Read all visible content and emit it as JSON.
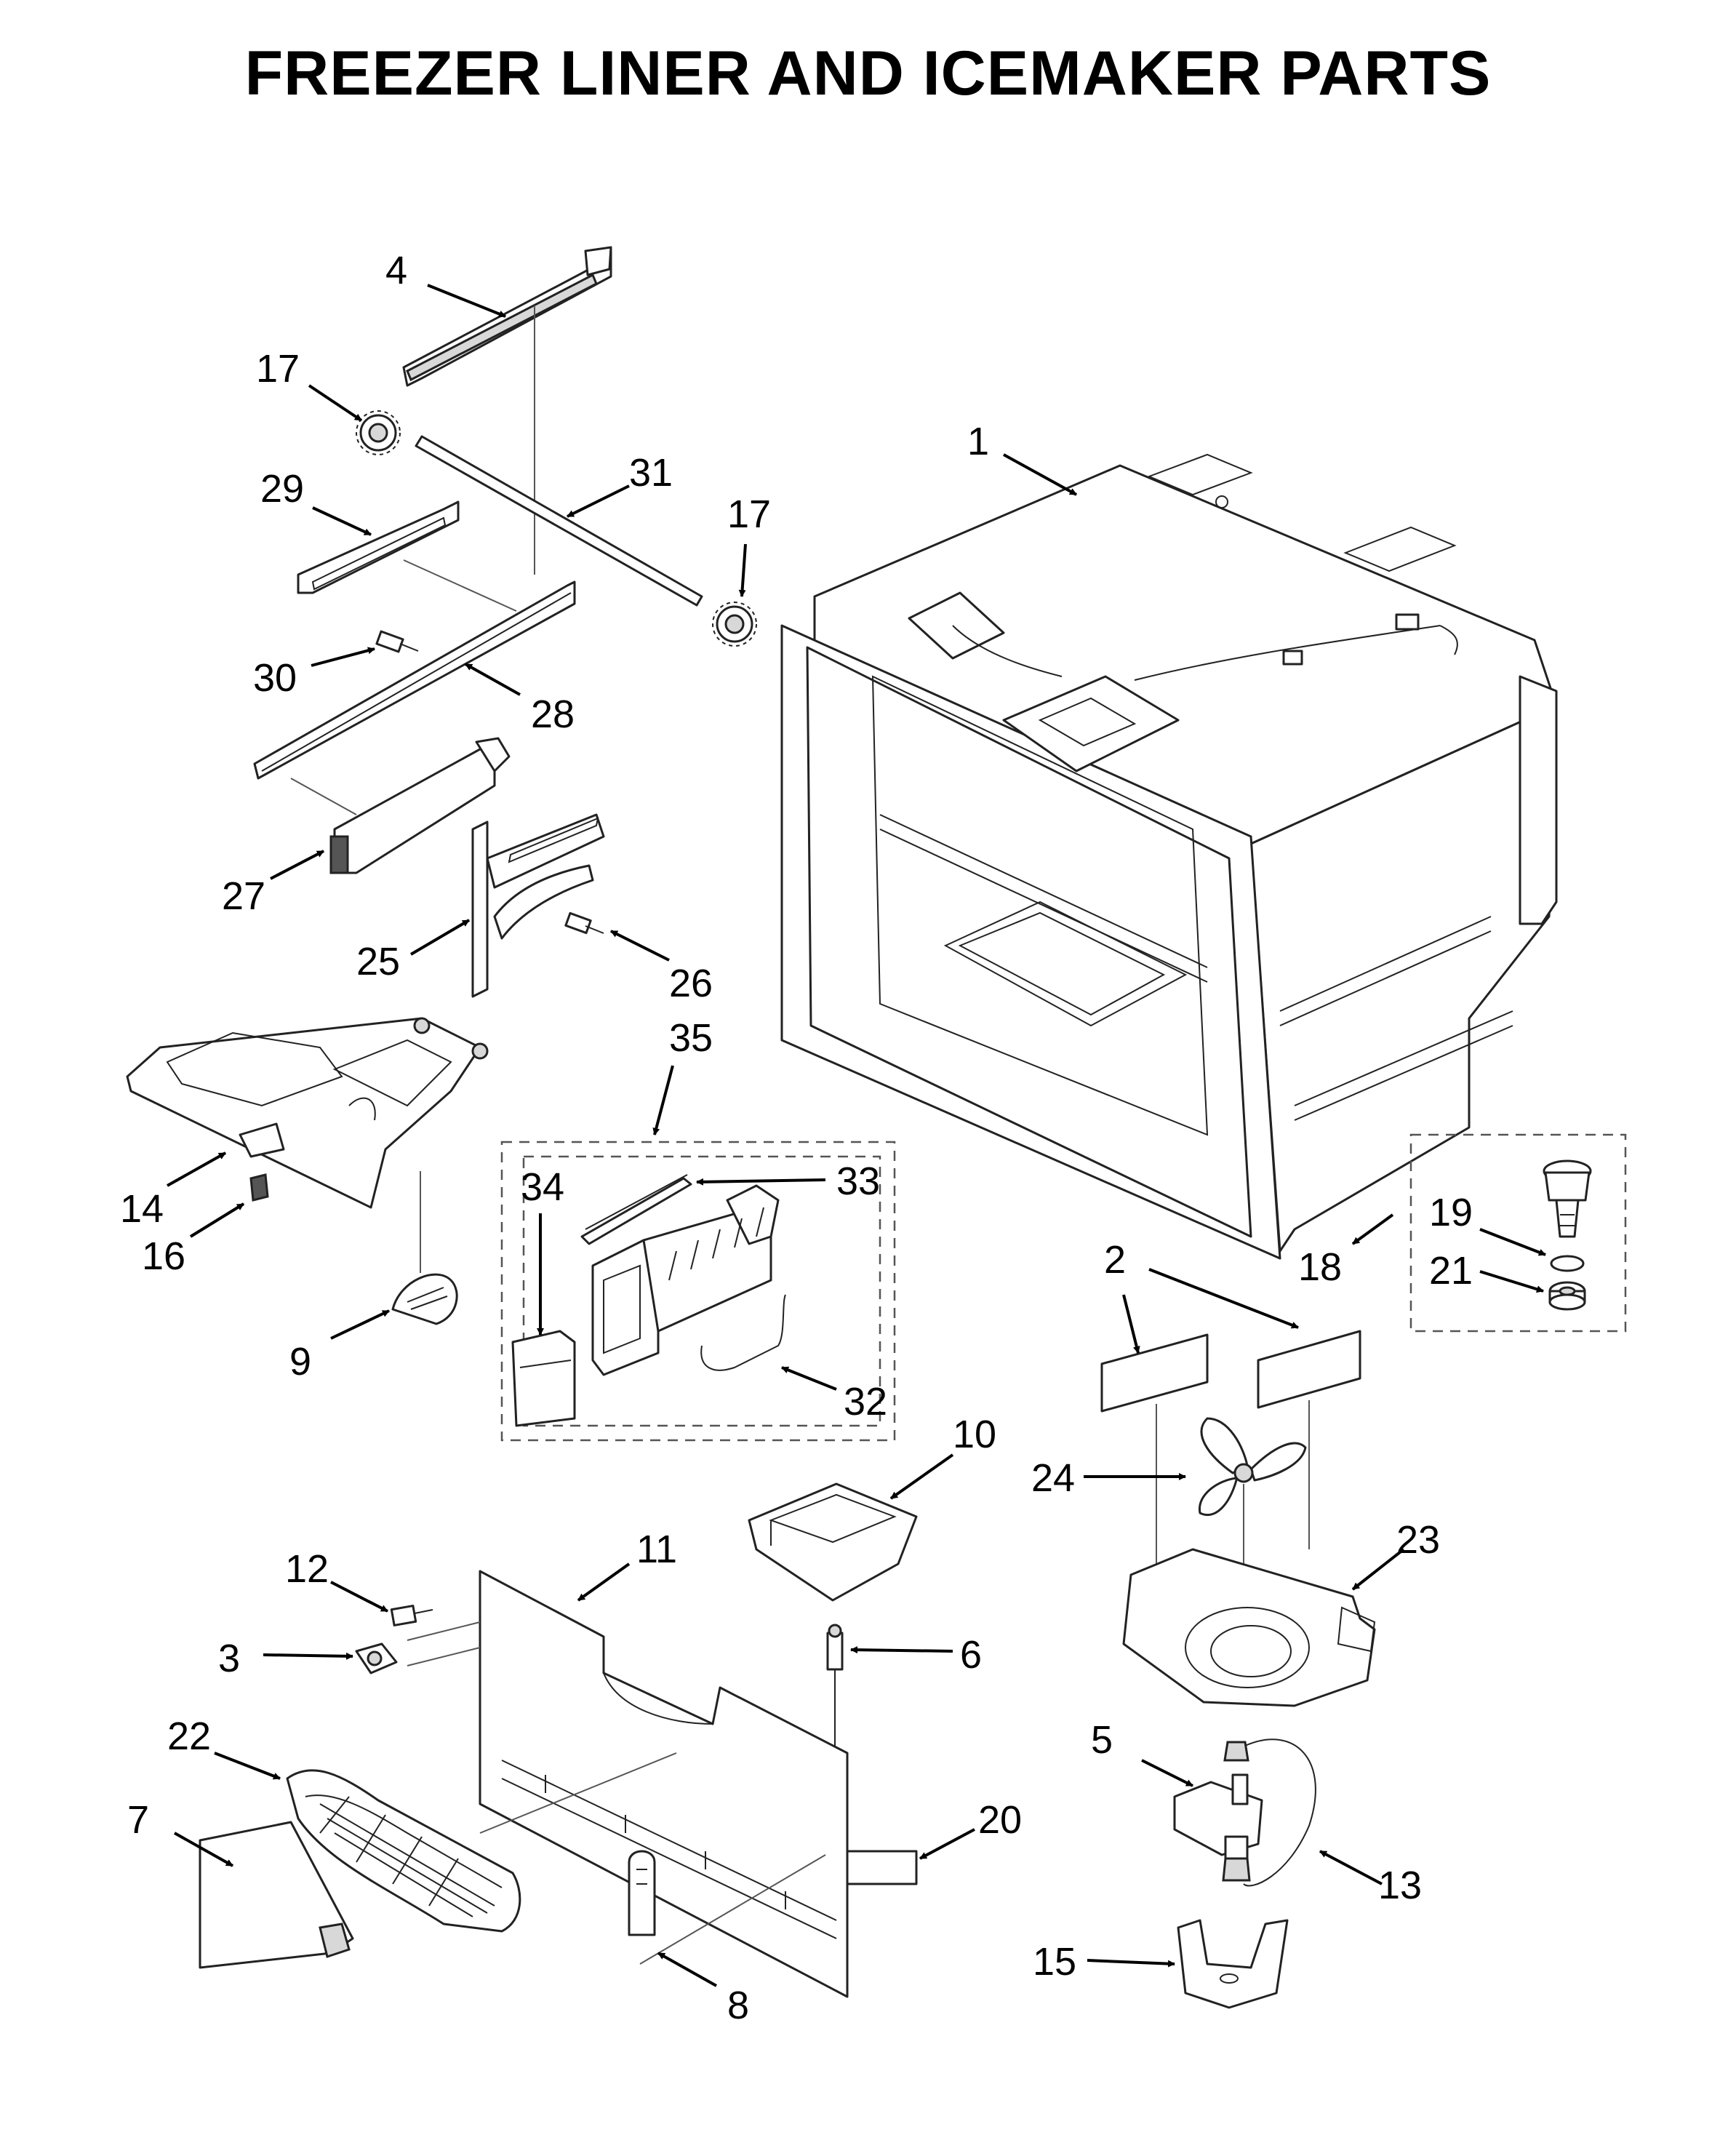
{
  "title": "FREEZER LINER AND ICEMAKER PARTS",
  "callouts": {
    "c1": "1",
    "c2": "2",
    "c3": "3",
    "c4": "4",
    "c5": "5",
    "c6": "6",
    "c7": "7",
    "c8": "8",
    "c9": "9",
    "c10": "10",
    "c11": "11",
    "c12": "12",
    "c13": "13",
    "c14": "14",
    "c15": "15",
    "c16": "16",
    "c17a": "17",
    "c17b": "17",
    "c18": "18",
    "c19": "19",
    "c20": "20",
    "c21": "21",
    "c22": "22",
    "c23": "23",
    "c24": "24",
    "c25": "25",
    "c26": "26",
    "c27": "27",
    "c28": "28",
    "c29": "29",
    "c30": "30",
    "c31": "31",
    "c32": "32",
    "c33": "33",
    "c34": "34",
    "c35": "35"
  }
}
